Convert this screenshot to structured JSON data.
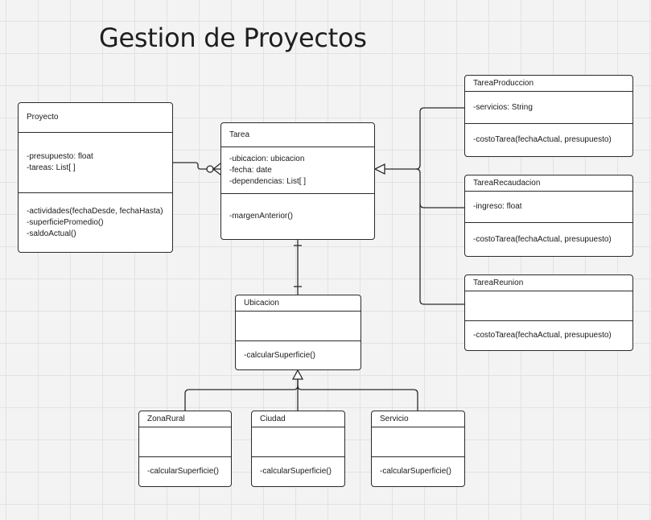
{
  "title": "Gestion de Proyectos",
  "colors": {
    "line": "#2a2a2a",
    "box_fill": "#ffffff",
    "background": "#f3f3f3",
    "grid": "#e2e2e2"
  },
  "classes": {
    "proyecto": {
      "name": "Proyecto",
      "attributes": [
        "-presupuesto: float",
        "-tareas: List[ ]"
      ],
      "methods": [
        "-actividades(fechaDesde, fechaHasta)",
        "-superficiePromedio()",
        "-saldoActual()"
      ]
    },
    "tarea": {
      "name": "Tarea",
      "attributes": [
        "-ubicacion: ubicacion",
        "-fecha: date",
        "-dependencias: List[ ]"
      ],
      "methods": [
        "-margenAnterior()"
      ]
    },
    "ubicacion": {
      "name": "Ubicacion",
      "attributes": [],
      "methods": [
        "-calcularSuperficie()"
      ]
    },
    "zonarural": {
      "name": "ZonaRural",
      "attributes": [],
      "methods": [
        "-calcularSuperficie()"
      ]
    },
    "ciudad": {
      "name": "Ciudad",
      "attributes": [],
      "methods": [
        "-calcularSuperficie()"
      ]
    },
    "servicio": {
      "name": "Servicio",
      "attributes": [],
      "methods": [
        "-calcularSuperficie()"
      ]
    },
    "tareaproduccion": {
      "name": "TareaProduccion",
      "attributes": [
        "-servicios: String"
      ],
      "methods": [
        "-costoTarea(fechaActual, presupuesto)"
      ]
    },
    "tarearecaudacion": {
      "name": "TareaRecaudacion",
      "attributes": [
        "-ingreso: float"
      ],
      "methods": [
        "-costoTarea(fechaActual, presupuesto)"
      ]
    },
    "tareareunion": {
      "name": "TareaReunion",
      "attributes": [],
      "methods": [
        "-costoTarea(fechaActual, presupuesto)"
      ]
    }
  },
  "relations": [
    {
      "type": "association-one-to-many",
      "from": "Proyecto",
      "to": "Tarea"
    },
    {
      "type": "association-one-to-one",
      "from": "Tarea",
      "to": "Ubicacion"
    },
    {
      "type": "generalization",
      "from": "TareaProduccion",
      "to": "Tarea"
    },
    {
      "type": "generalization",
      "from": "TareaRecaudacion",
      "to": "Tarea"
    },
    {
      "type": "generalization",
      "from": "TareaReunion",
      "to": "Tarea"
    },
    {
      "type": "generalization",
      "from": "ZonaRural",
      "to": "Ubicacion"
    },
    {
      "type": "generalization",
      "from": "Ciudad",
      "to": "Ubicacion"
    },
    {
      "type": "generalization",
      "from": "Servicio",
      "to": "Ubicacion"
    }
  ]
}
